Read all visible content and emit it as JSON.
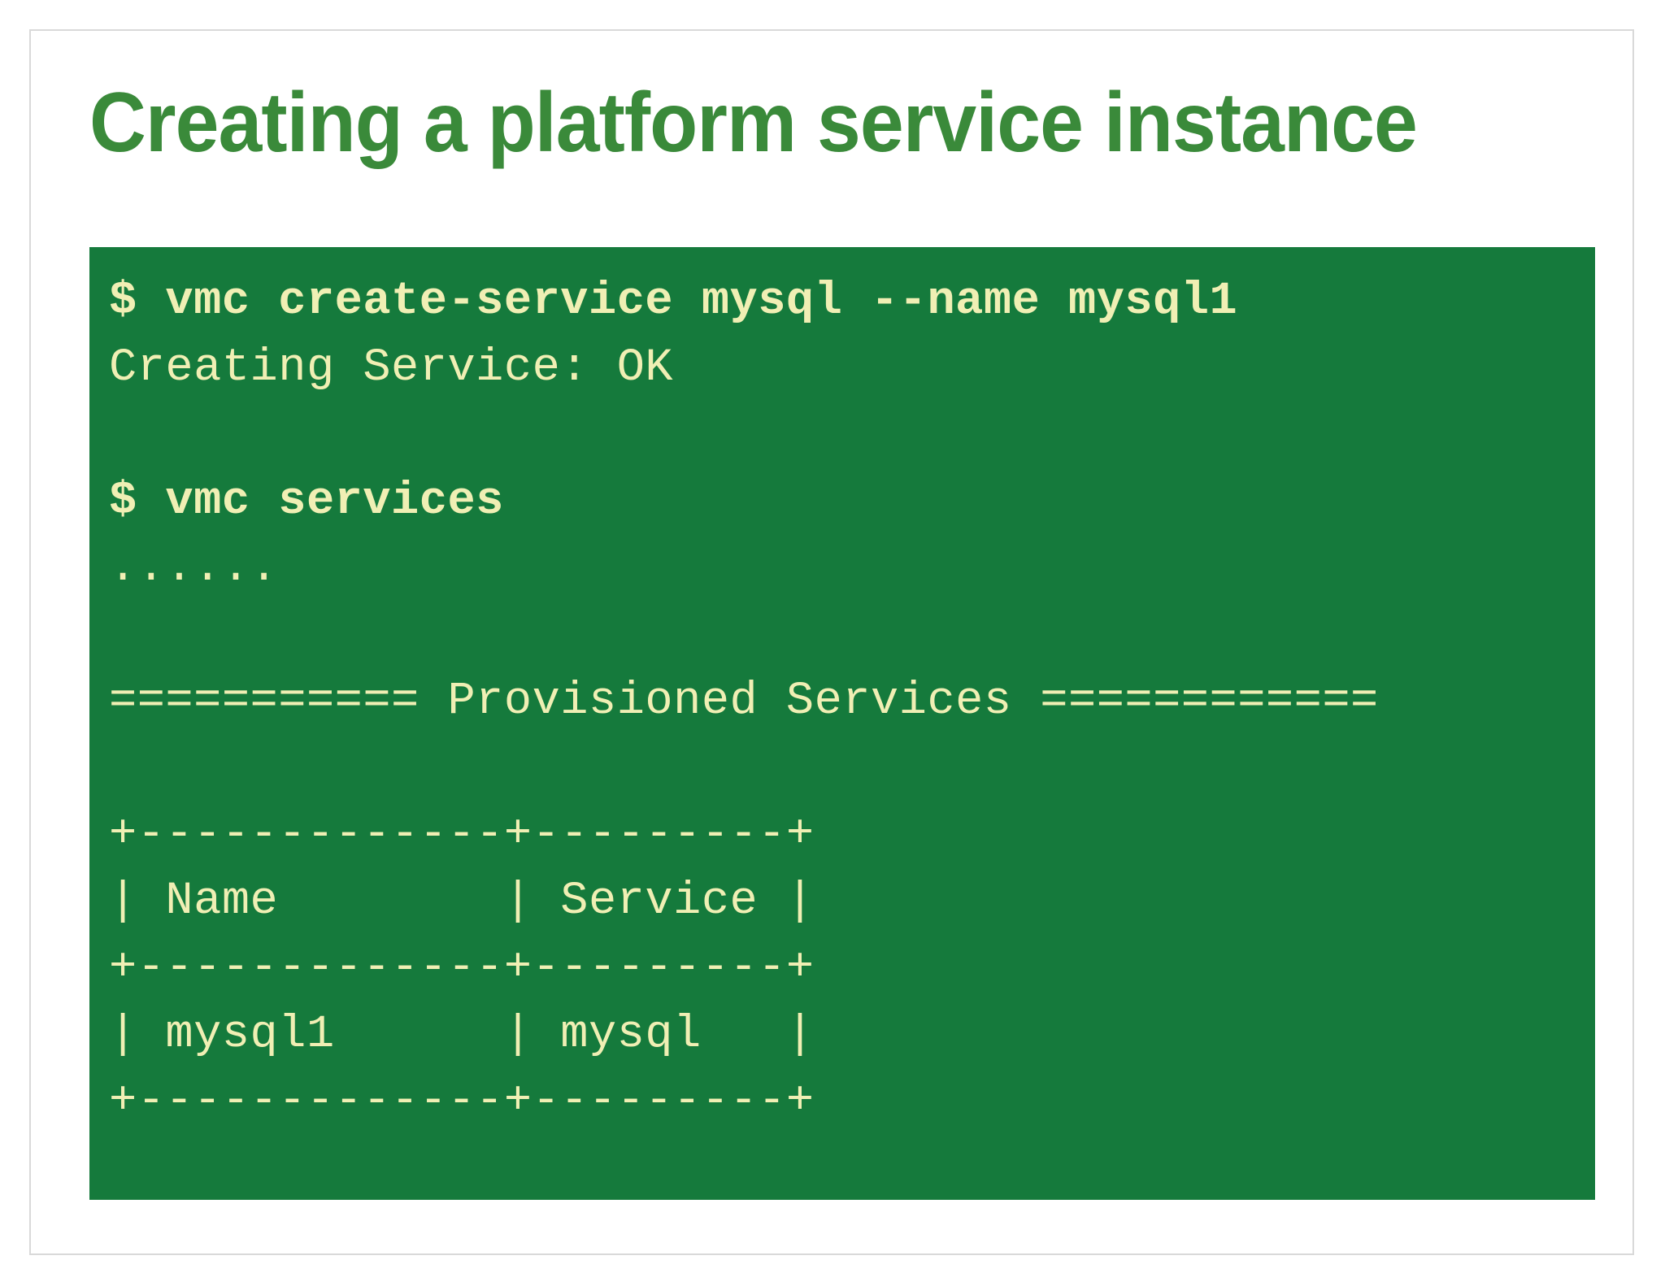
{
  "slide": {
    "title": "Creating a platform service instance",
    "title_color": "#3a8a3a",
    "background": "#ffffff",
    "border_color": "#d9d9d9"
  },
  "terminal": {
    "background": "#157a3c",
    "text_color": "#f0efb4",
    "lines": [
      {
        "id": "cmd-create-service",
        "text": "$ vmc create-service mysql --name mysql1",
        "bold": true
      },
      {
        "id": "output-creating-service",
        "text": "Creating Service: OK",
        "bold": false
      },
      {
        "id": "blank-1",
        "text": " ",
        "bold": false
      },
      {
        "id": "cmd-services",
        "text": "$ vmc services",
        "bold": true
      },
      {
        "id": "output-ellipsis",
        "text": "......",
        "bold": false
      },
      {
        "id": "blank-2",
        "text": " ",
        "bold": false
      },
      {
        "id": "provisioned-services-banner",
        "text": "=========== Provisioned Services ============",
        "bold": false
      },
      {
        "id": "blank-3",
        "text": " ",
        "bold": false
      },
      {
        "id": "table-rule-top",
        "text": "+-------------+---------+",
        "bold": false
      },
      {
        "id": "table-header-row",
        "text": "| Name        | Service |",
        "bold": false
      },
      {
        "id": "table-rule-middle",
        "text": "+-------------+---------+",
        "bold": false
      },
      {
        "id": "table-data-row",
        "text": "| mysql1      | mysql   |",
        "bold": false
      },
      {
        "id": "table-rule-bottom",
        "text": "+-------------+---------+",
        "bold": false
      }
    ],
    "table": {
      "columns": [
        "Name",
        "Service"
      ],
      "rows": [
        [
          "mysql1",
          "mysql"
        ]
      ]
    },
    "commands": [
      "vmc create-service mysql --name mysql1",
      "vmc services"
    ],
    "prompt_symbol": "$",
    "banner_title": "Provisioned Services"
  }
}
